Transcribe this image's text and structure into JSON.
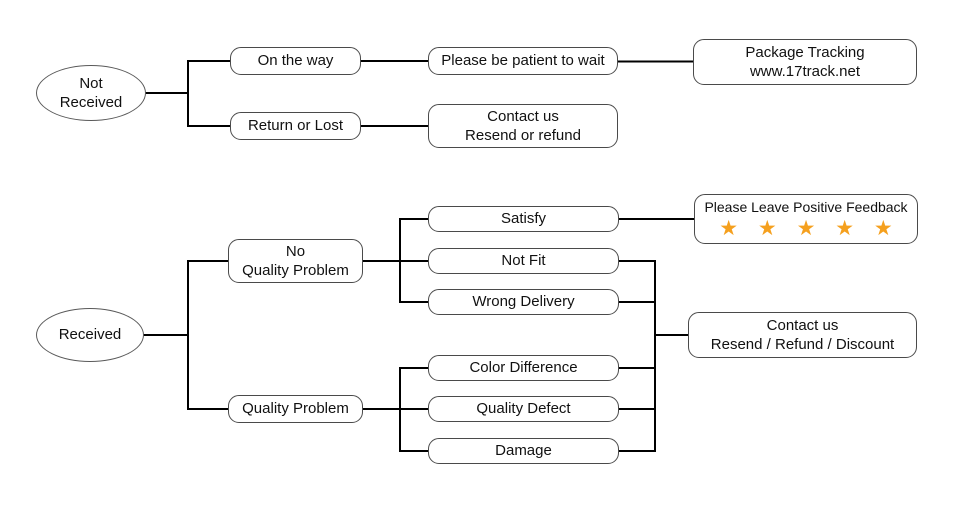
{
  "flowchart": {
    "background_color": "#ffffff",
    "line_color": "#000000",
    "branch_not_received": {
      "root": "Not\nReceived",
      "on_the_way": "On the way",
      "please_wait": "Please be patient to wait",
      "package_tracking": "Package Tracking\nwww.17track.net",
      "return_or_lost": "Return or Lost",
      "contact_us": "Contact us\nResend or refund"
    },
    "branch_received": {
      "root": "Received",
      "no_quality_problem": "No\nQuality Problem",
      "quality_problem": "Quality Problem",
      "satisfy": "Satisfy",
      "not_fit": "Not Fit",
      "wrong_delivery": "Wrong Delivery",
      "color_difference": "Color Difference",
      "quality_defect": "Quality Defect",
      "damage": "Damage",
      "feedback": {
        "label": "Please Leave Positive Feedback",
        "stars": "★ ★ ★ ★ ★",
        "star_count": 5,
        "star_color": "#F5A01E"
      },
      "contact_us": "Contact us\nResend / Refund / Discount"
    }
  }
}
